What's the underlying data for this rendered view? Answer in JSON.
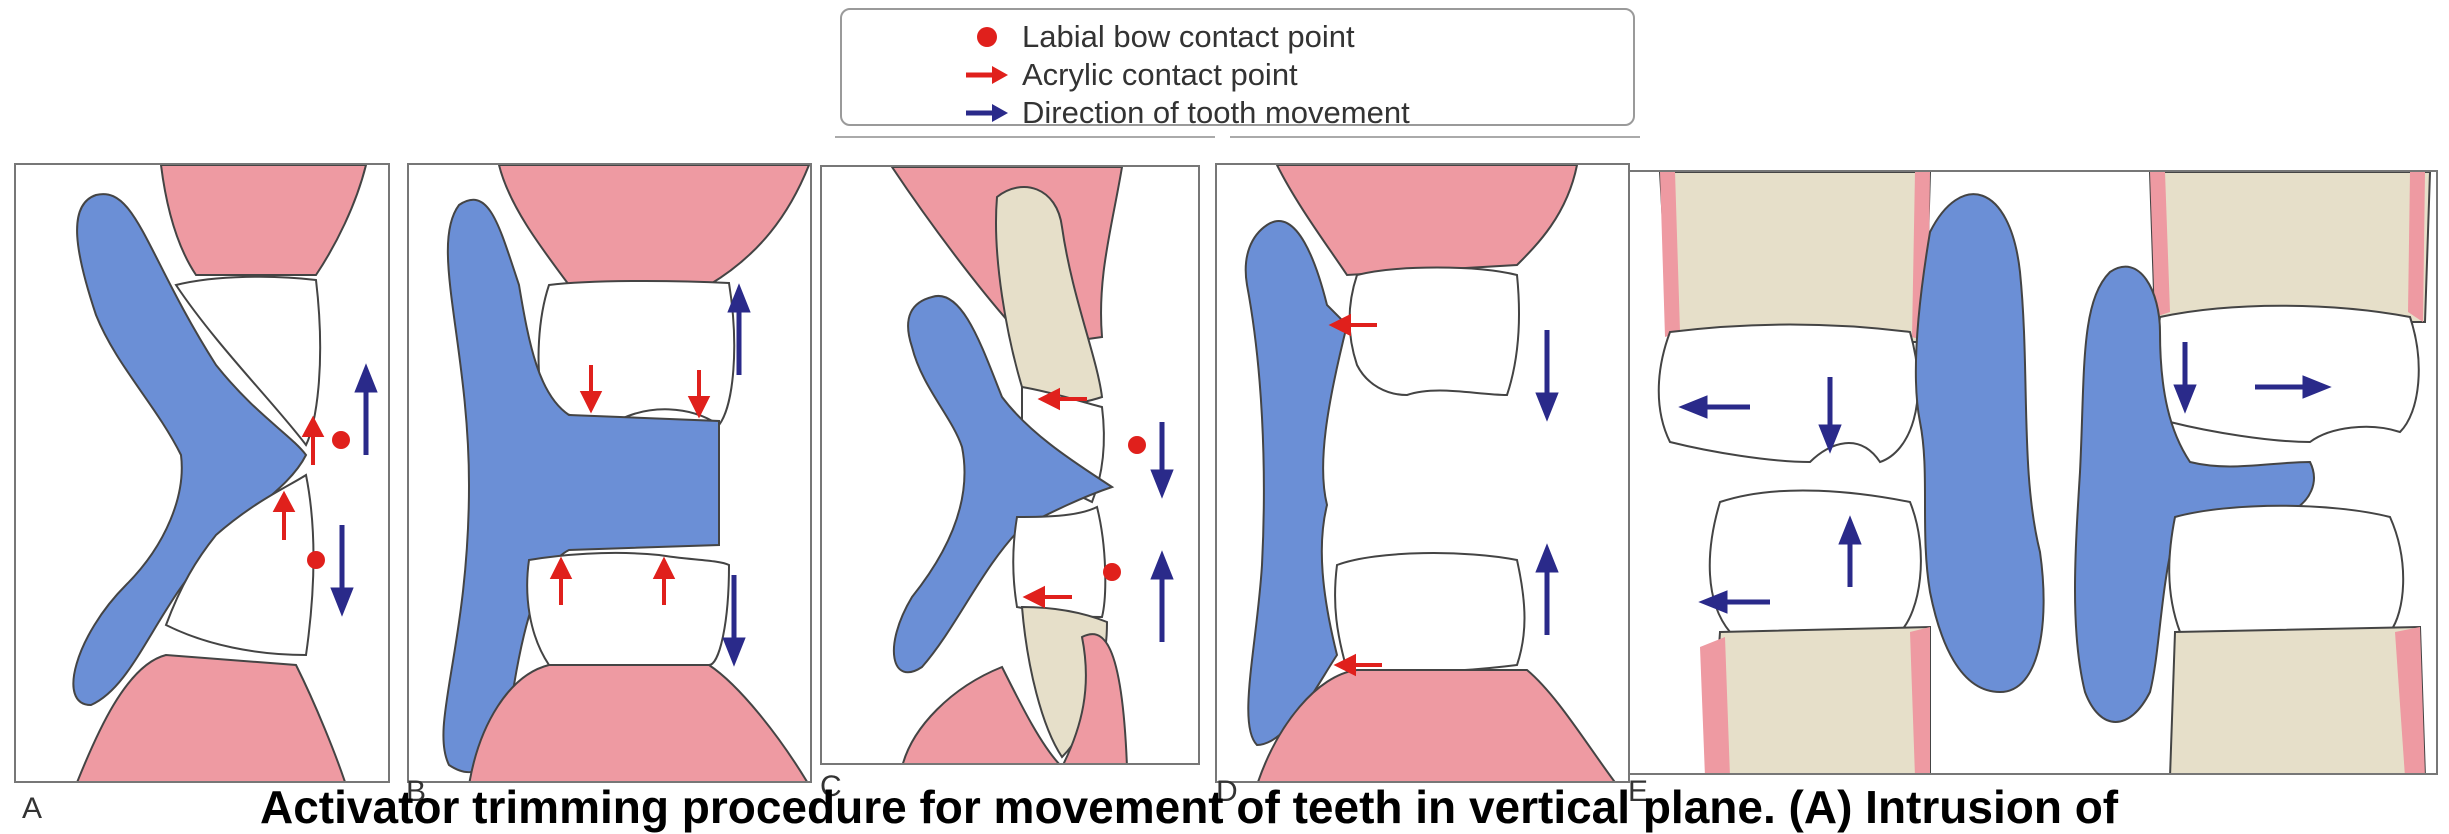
{
  "legend": {
    "labial_bow": "Labial bow contact point",
    "acrylic": "Acrylic contact point",
    "direction": "Direction of tooth movement"
  },
  "panels": [
    {
      "label": "A"
    },
    {
      "label": "B"
    },
    {
      "label": "C"
    },
    {
      "label": "D"
    },
    {
      "label": "E"
    }
  ],
  "caption": "Activator trimming procedure for movement of teeth in vertical plane. (A) Intrusion of",
  "colors": {
    "acrylic_blue": "#6b8fd6",
    "gum_pink": "#ee9aa2",
    "bone_beige": "#e6dfc9",
    "arrow_red": "#e0201c",
    "arrow_navy": "#2a2a8a"
  }
}
